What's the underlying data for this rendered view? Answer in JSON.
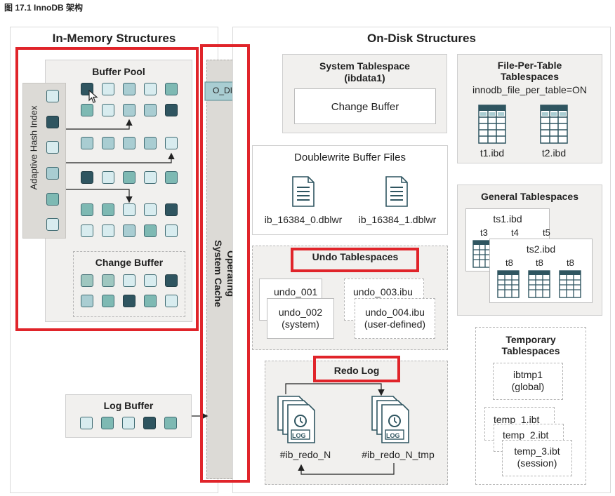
{
  "caption": "图 17.1 InnoDB 架构",
  "in_memory": {
    "title": "In-Memory Structures",
    "buffer_pool": "Buffer Pool",
    "adaptive_hash_index": "Adaptive Hash Index",
    "change_buffer": "Change Buffer",
    "log_buffer": "Log Buffer"
  },
  "os_cache": {
    "line1": "Operating",
    "line2": "System Cache",
    "o_direct": "O_DIRECT"
  },
  "on_disk": {
    "title": "On-Disk Structures",
    "system_tablespace": {
      "title1": "System Tablespace",
      "title2": "(ibdata1)",
      "change_buffer": "Change Buffer"
    },
    "file_per_table": {
      "title1": "File-Per-Table",
      "title2": "Tablespaces",
      "setting": "innodb_file_per_table=ON",
      "files": [
        "t1.ibd",
        "t2.ibd"
      ]
    },
    "doublewrite": {
      "title": "Doublewrite Buffer Files",
      "files": [
        "ib_16384_0.dblwr",
        "ib_16384_1.dblwr"
      ]
    },
    "general": {
      "title": "General Tablespaces",
      "ts1": "ts1.ibd",
      "ts1_tables": [
        "t3",
        "t4",
        "t5"
      ],
      "ts2": "ts2.ibd",
      "ts2_tables": [
        "t8",
        "t8",
        "t8"
      ]
    },
    "undo": {
      "title": "Undo Tablespaces",
      "u1": "undo_001",
      "u2a": "undo_002",
      "u2b": "(system)",
      "u3": "undo_003.ibu",
      "u4a": "undo_004.ibu",
      "u4b": "(user-defined)"
    },
    "temporary": {
      "title1": "Temporary",
      "title2": "Tablespaces",
      "ibtmp1a": "ibtmp1",
      "ibtmp1b": "(global)",
      "temp1": "temp_1.ibt",
      "temp2": "temp_2.ibt",
      "temp3a": "temp_3.ibt",
      "temp3b": "(session)"
    },
    "redo": {
      "title": "Redo Log",
      "log_label": "LOG",
      "files": [
        "#ib_redo_N",
        "#ib_redo_N_tmp"
      ]
    }
  },
  "colors": {
    "highlight": "#e0242a",
    "page_dark": "#2f5560",
    "page_light": "#d8ecef",
    "page_green": "#7eb9b3",
    "arrow_fill": "#a9cdd2"
  }
}
